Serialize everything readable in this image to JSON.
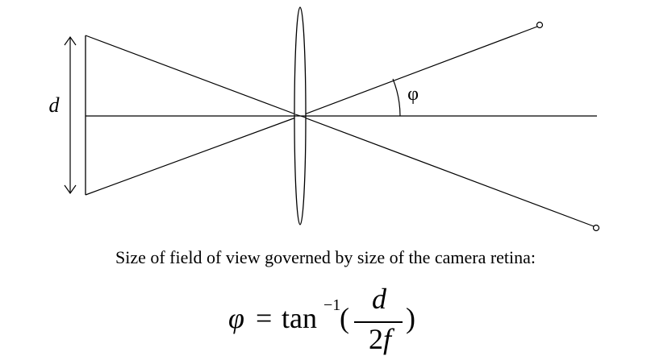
{
  "diagram": {
    "labels": {
      "retina_size": "d",
      "angle": "φ"
    }
  },
  "caption": "Size of field of view governed by size of the camera retina:",
  "formula": {
    "lhs": "φ",
    "equals": "=",
    "function": "tan",
    "exponent": "−1",
    "open_paren": "(",
    "numerator": "d",
    "denominator_coefficient": "2",
    "denominator_variable": "f",
    "close_paren": ")"
  }
}
